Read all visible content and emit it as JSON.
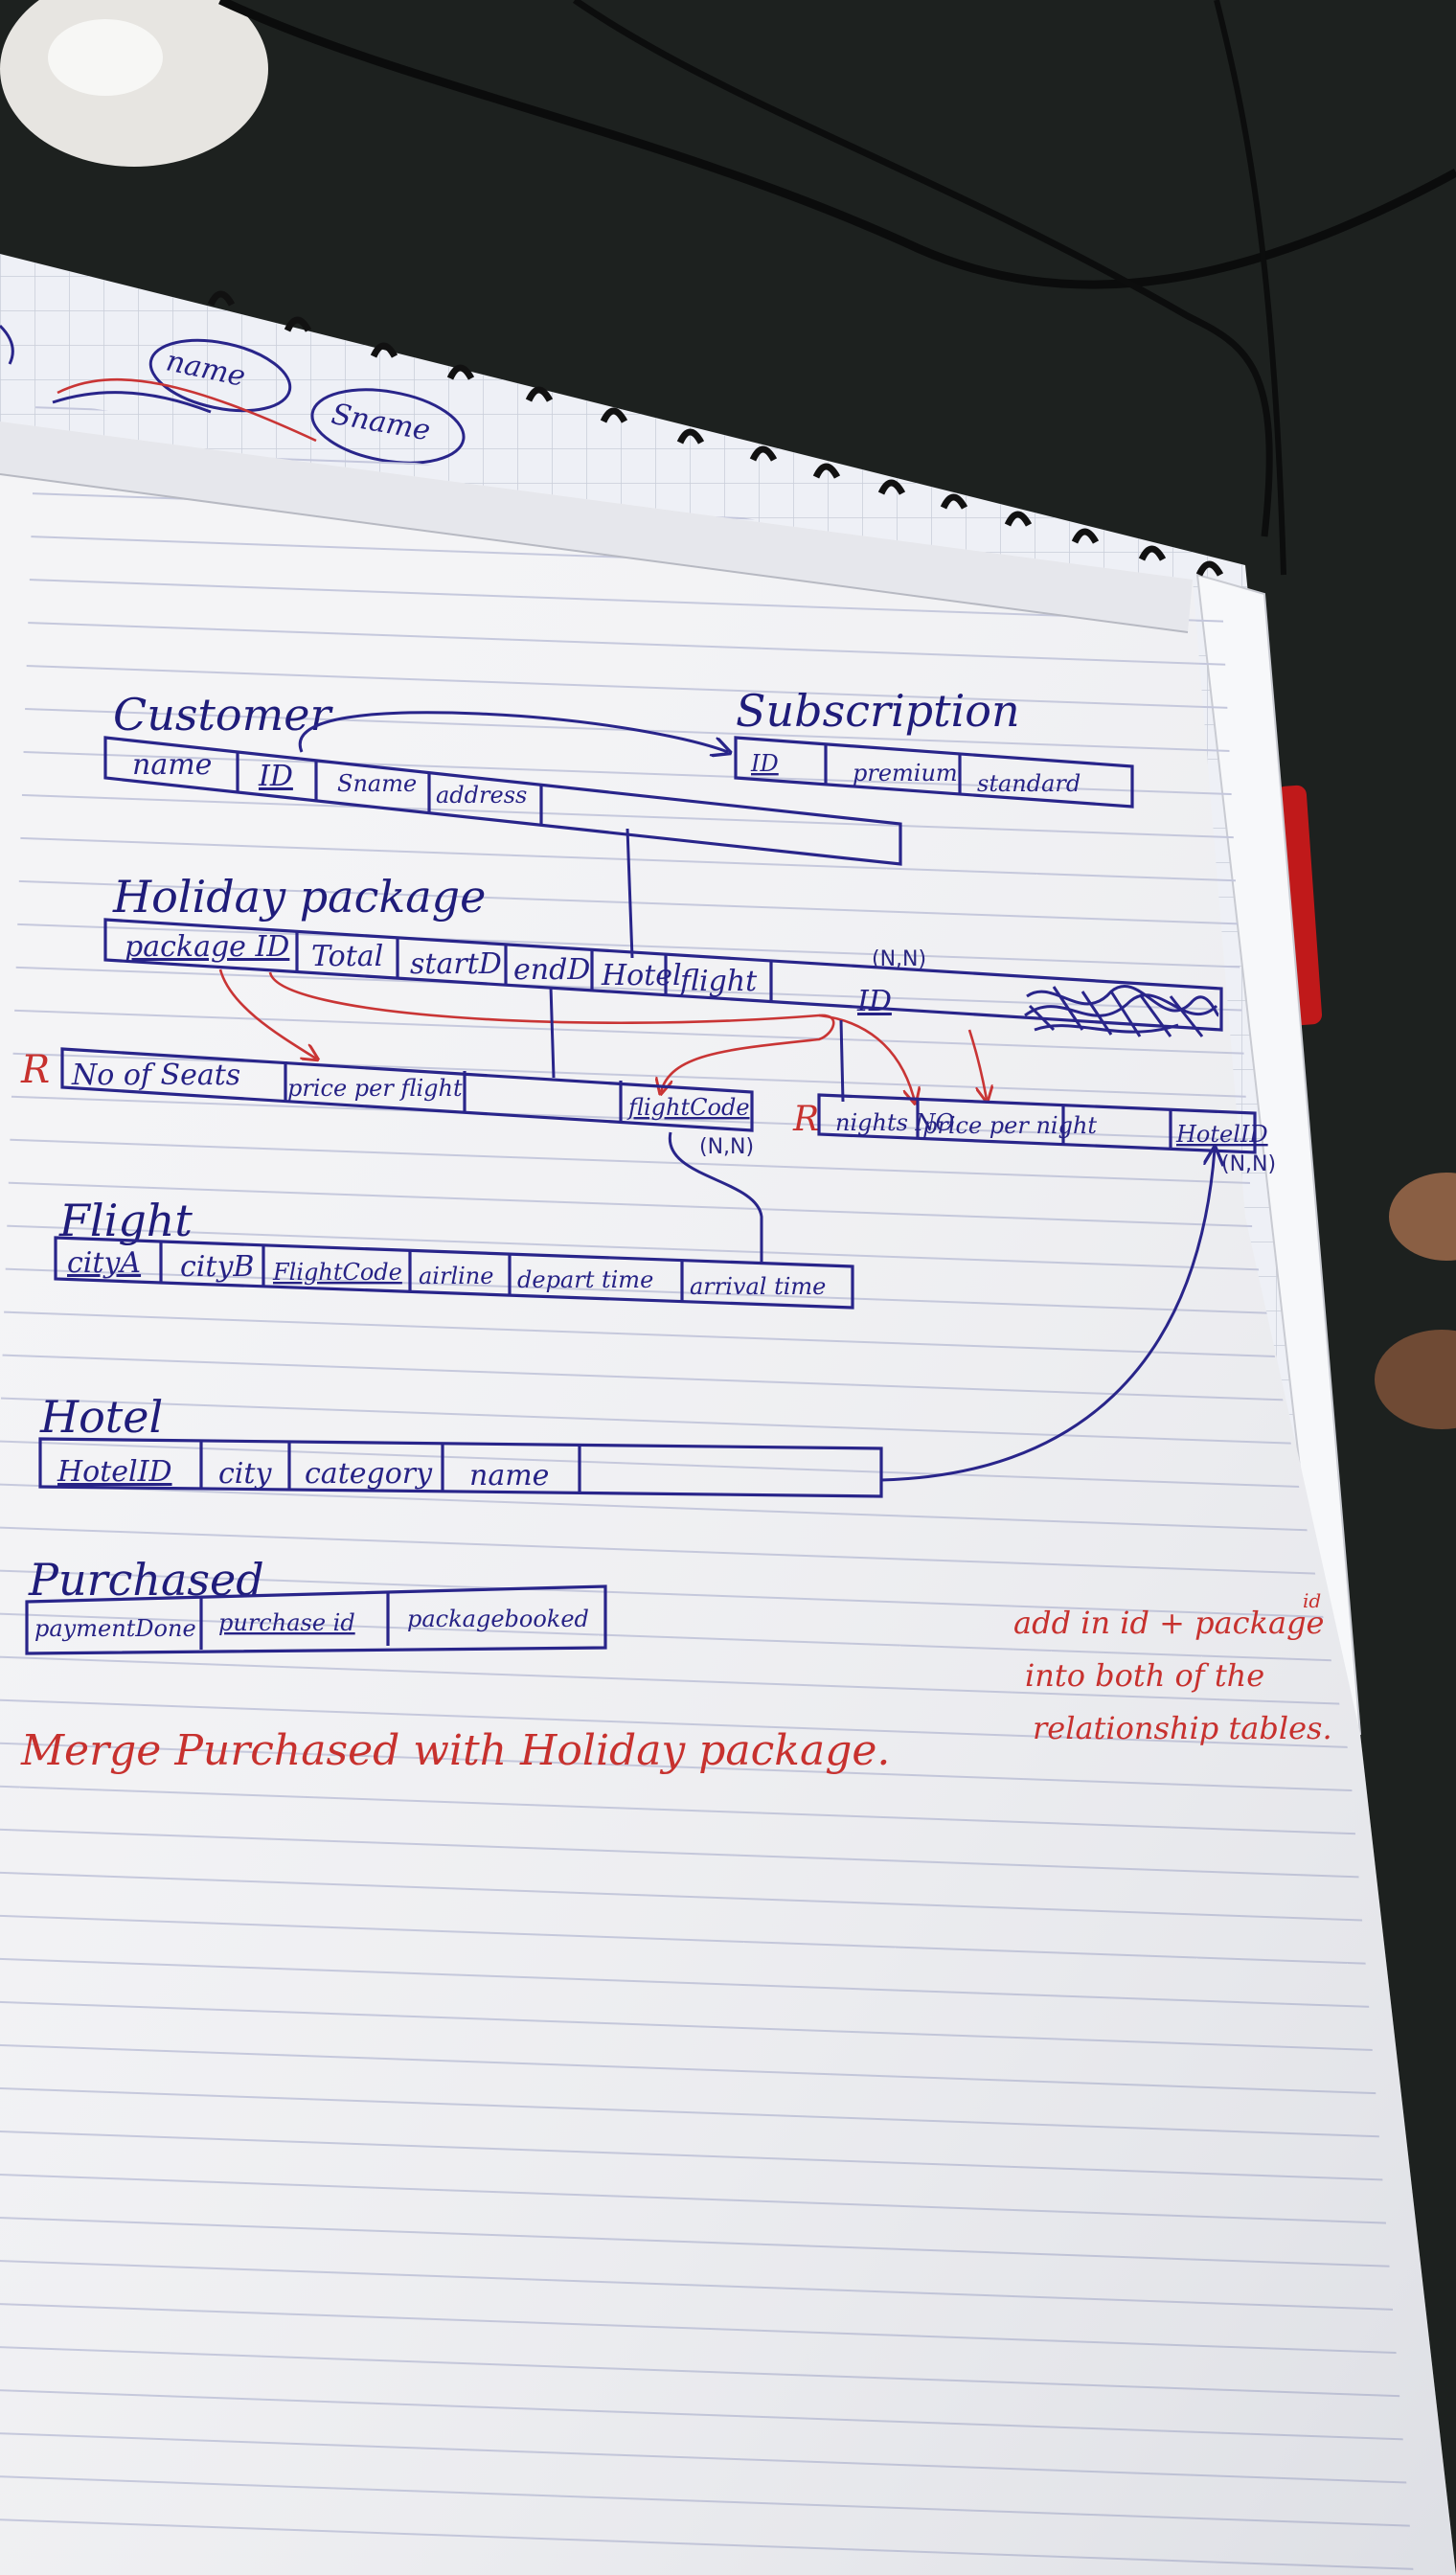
{
  "margin_notes": {
    "name": "name",
    "sname": "Sname"
  },
  "customer": {
    "title": "Customer",
    "fields": [
      "name",
      "ID",
      "Sname",
      "address"
    ]
  },
  "subscription": {
    "title": "Subscription",
    "fields": [
      "ID",
      "premium",
      "standard"
    ]
  },
  "holiday_package": {
    "title": "Holiday package",
    "fields": [
      "package ID",
      "Total",
      "startD",
      "endD",
      "Hotel",
      "flight"
    ],
    "id_field": "ID",
    "cardinality": "(N,N)"
  },
  "seats_relation": {
    "marker": "R",
    "fields": [
      "No of Seats",
      "price per flight"
    ],
    "key": "flightCode",
    "cardinality": "(N,N)"
  },
  "nights_relation": {
    "marker": "R",
    "fields": [
      "nights NO",
      "price per night"
    ],
    "key": "HotelID",
    "cardinality": "(N,N)"
  },
  "flight": {
    "title": "Flight",
    "fields": [
      "cityA",
      "cityB",
      "FlightCode",
      "airline",
      "depart time",
      "arrival time"
    ]
  },
  "hotel": {
    "title": "Hotel",
    "fields": [
      "HotelID",
      "city",
      "category",
      "name"
    ]
  },
  "purchased": {
    "title": "Purchased",
    "fields": [
      "paymentDone",
      "purchase id",
      "packagebooked"
    ]
  },
  "notes": {
    "merge": "Merge Purchased with Holiday package.",
    "add_line1": "add in id + package",
    "add_sup": "id",
    "add_line2": "into both of the",
    "add_line3": "relationship tables."
  },
  "colors": {
    "ink_blue": "#29258a",
    "ink_red": "#c93535",
    "paper": "#f4f4f6",
    "desk": "#1d211f"
  }
}
